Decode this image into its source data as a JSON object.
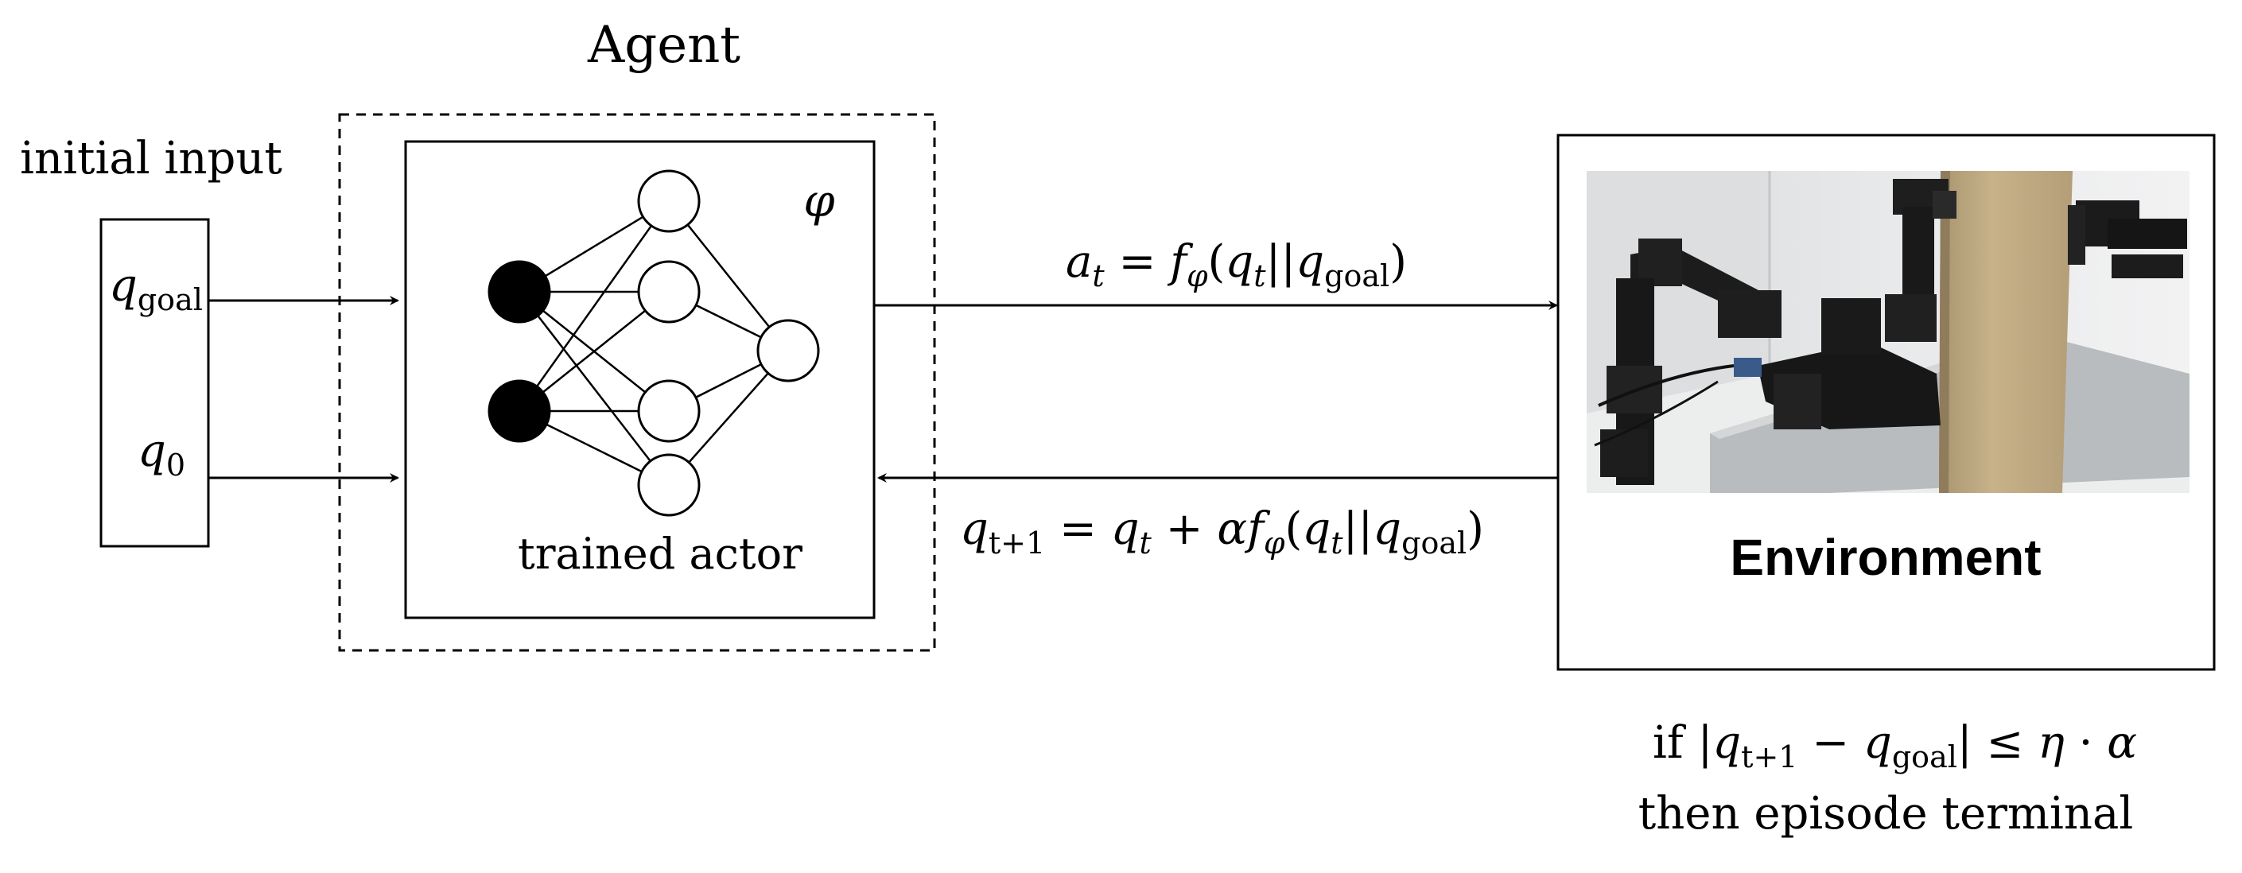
{
  "agent": {
    "title": "Agent",
    "actor_label": "trained actor",
    "param_symbol": "φ"
  },
  "initial_input": {
    "label": "initial input",
    "q_goal": {
      "base": "q",
      "sub": "goal"
    },
    "q_zero": {
      "base": "q",
      "sub": "0"
    }
  },
  "action_eq": {
    "lhs": "a",
    "lhs_sub": "t",
    "eq": " = ",
    "f": "f",
    "f_sub": "φ",
    "open": "(",
    "q1": "q",
    "q1_sub": "t",
    "bar": "||",
    "q2": "q",
    "q2_sub": "goal",
    "close": ")"
  },
  "update_eq": {
    "lhs": "q",
    "lhs_sub": "t+1",
    "eq": " = ",
    "q": "q",
    "q_sub": "t",
    "plus": " + ",
    "alpha": "α",
    "f": "f",
    "f_sub": "φ",
    "open": "(",
    "q1": "q",
    "q1_sub": "t",
    "bar": "||",
    "q2": "q",
    "q2_sub": "goal",
    "close": ")"
  },
  "environment": {
    "label": "Environment"
  },
  "terminal": {
    "line1_pre": "if |",
    "q1": "q",
    "q1_sub": "t+1",
    "minus": " − ",
    "q2": "q",
    "q2_sub": "goal",
    "post": "| ≤ ",
    "eta": "η",
    "dot": " · ",
    "alpha": "α",
    "line2": "then episode terminal"
  },
  "network": {
    "layers": [
      2,
      4,
      1
    ]
  }
}
